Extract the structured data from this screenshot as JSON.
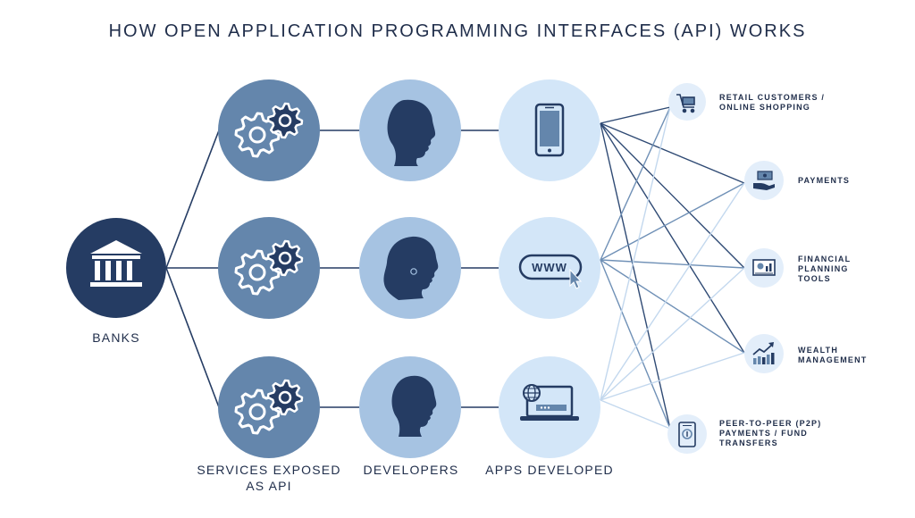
{
  "title": "HOW OPEN APPLICATION PROGRAMMING INTERFACES (API) WORKS",
  "labels": {
    "banks": "BANKS",
    "services_line1": "SERVICES EXPOSED",
    "services_line2": "AS API",
    "developers": "DEVELOPERS",
    "apps": "APPS DEVELOPED"
  },
  "outcomes": [
    {
      "lines": [
        "RETAIL CUSTOMERS /",
        "ONLINE SHOPPING"
      ],
      "icon": "shopping-cart-icon"
    },
    {
      "lines": [
        "PAYMENTS"
      ],
      "icon": "payment-hand-icon"
    },
    {
      "lines": [
        "FINANCIAL",
        "PLANNING",
        "TOOLS"
      ],
      "icon": "planning-chart-icon"
    },
    {
      "lines": [
        "WEALTH",
        "MANAGEMENT"
      ],
      "icon": "growth-chart-icon"
    },
    {
      "lines": [
        "PEER-TO-PEER (P2P)",
        "PAYMENTS / FUND",
        "TRANSFERS"
      ],
      "icon": "mobile-transfer-icon"
    }
  ],
  "apps": [
    {
      "icon": "smartphone-icon"
    },
    {
      "icon": "www-browser-icon"
    },
    {
      "icon": "laptop-globe-icon"
    }
  ],
  "developers": [
    {
      "icon": "man-silhouette-icon"
    },
    {
      "icon": "woman-silhouette-icon"
    },
    {
      "icon": "person-silhouette-icon"
    }
  ],
  "colors": {
    "bank": "#253c63",
    "services": "#6486ac",
    "developers": "#a6c3e2",
    "apps": "#d3e6f8",
    "outcome": "#e3eefa",
    "text": "#1f2d4a"
  }
}
